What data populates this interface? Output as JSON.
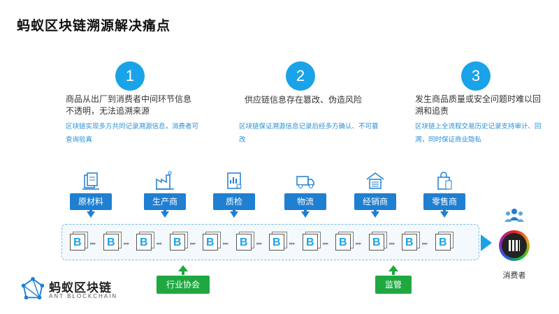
{
  "title": "蚂蚁区块链溯源解决痛点",
  "pain_points": [
    {
      "num": "1",
      "title": "商品从出厂到消费者中间环节信息不透明，无法追溯来源",
      "desc": "区块链实现多方共同记录溯源信息，消费者可查询验真"
    },
    {
      "num": "2",
      "title": "供应链信息存在篡改、伪造风险",
      "desc": "区块链保证溯源信息记录后经多方确认、不可篡改"
    },
    {
      "num": "3",
      "title": "发生商品质量或安全问题时难以回溯和追责",
      "desc": "区块链上全流程交易历史记录支持审计、回溯，同时保证商业隐私"
    }
  ],
  "stages": [
    {
      "label": "原材料",
      "icon": "materials-icon"
    },
    {
      "label": "生产商",
      "icon": "factory-icon"
    },
    {
      "label": "质检",
      "icon": "inspection-icon"
    },
    {
      "label": "物流",
      "icon": "truck-icon"
    },
    {
      "label": "经销商",
      "icon": "warehouse-icon"
    },
    {
      "label": "零售商",
      "icon": "shopping-bag-icon"
    }
  ],
  "chain": {
    "block_mark": "B",
    "block_count": 12,
    "link_text": "▸▸▸"
  },
  "oversight": [
    {
      "label": "行业协会"
    },
    {
      "label": "监管"
    }
  ],
  "consumer": {
    "label": "消费者"
  },
  "logo": {
    "name": "蚂蚁区块链",
    "sub": "ANT BLOCKCHAIN"
  },
  "colors": {
    "accent": "#1aa3e8",
    "stage_label": "#1f7fd1",
    "oversight": "#1fa840"
  }
}
